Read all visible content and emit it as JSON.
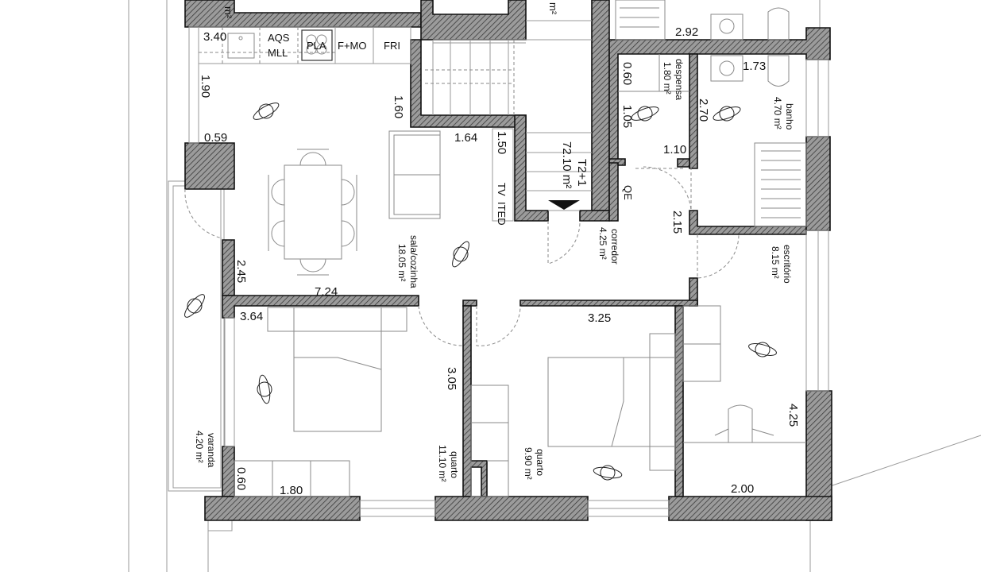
{
  "plan": {
    "unit": {
      "type": "T2+1",
      "area": "72.10 m²"
    },
    "rooms": [
      {
        "id": "sala",
        "name": "sala/cozinha",
        "area": "18.05 m²"
      },
      {
        "id": "corredor",
        "name": "corredor",
        "area": "4.25 m²"
      },
      {
        "id": "despensa",
        "name": "despensa",
        "area": "1.80 m²"
      },
      {
        "id": "banho",
        "name": "banho",
        "area": "4.70 m²"
      },
      {
        "id": "escritorio",
        "name": "escritório",
        "area": "8.15 m²"
      },
      {
        "id": "quarto1",
        "name": "quarto",
        "area": "11.10 m²"
      },
      {
        "id": "quarto2",
        "name": "quarto",
        "area": "9.90 m²"
      },
      {
        "id": "varanda",
        "name": "varanda",
        "area": "4.20 m²"
      }
    ],
    "partial_labels": {
      "top_left": "m²",
      "top_stair": "m²"
    },
    "kitchen_labels": {
      "sink": "AQS",
      "sink2": "MLL",
      "hob": "PLA",
      "oven": "F+MO",
      "fridge": "FRI"
    },
    "fixtures": {
      "tv": "TV",
      "ited": "ITED",
      "qe": "QE"
    },
    "dimensions": {
      "d340": "3.40",
      "d190": "1.90",
      "d059": "0.59",
      "d160": "1.60",
      "d164": "1.64",
      "d150": "1.50",
      "d245": "2.45",
      "d724": "7.24",
      "d364": "3.64",
      "d305": "3.05",
      "d060b": "0.60",
      "d180": "1.80",
      "d325": "3.25",
      "d292": "2.92",
      "d173": "1.73",
      "d060": "0.60",
      "d105": "1.05",
      "d110": "1.10",
      "d270": "2.70",
      "d215": "2.15",
      "d425": "4.25",
      "d200": "2.00"
    }
  }
}
